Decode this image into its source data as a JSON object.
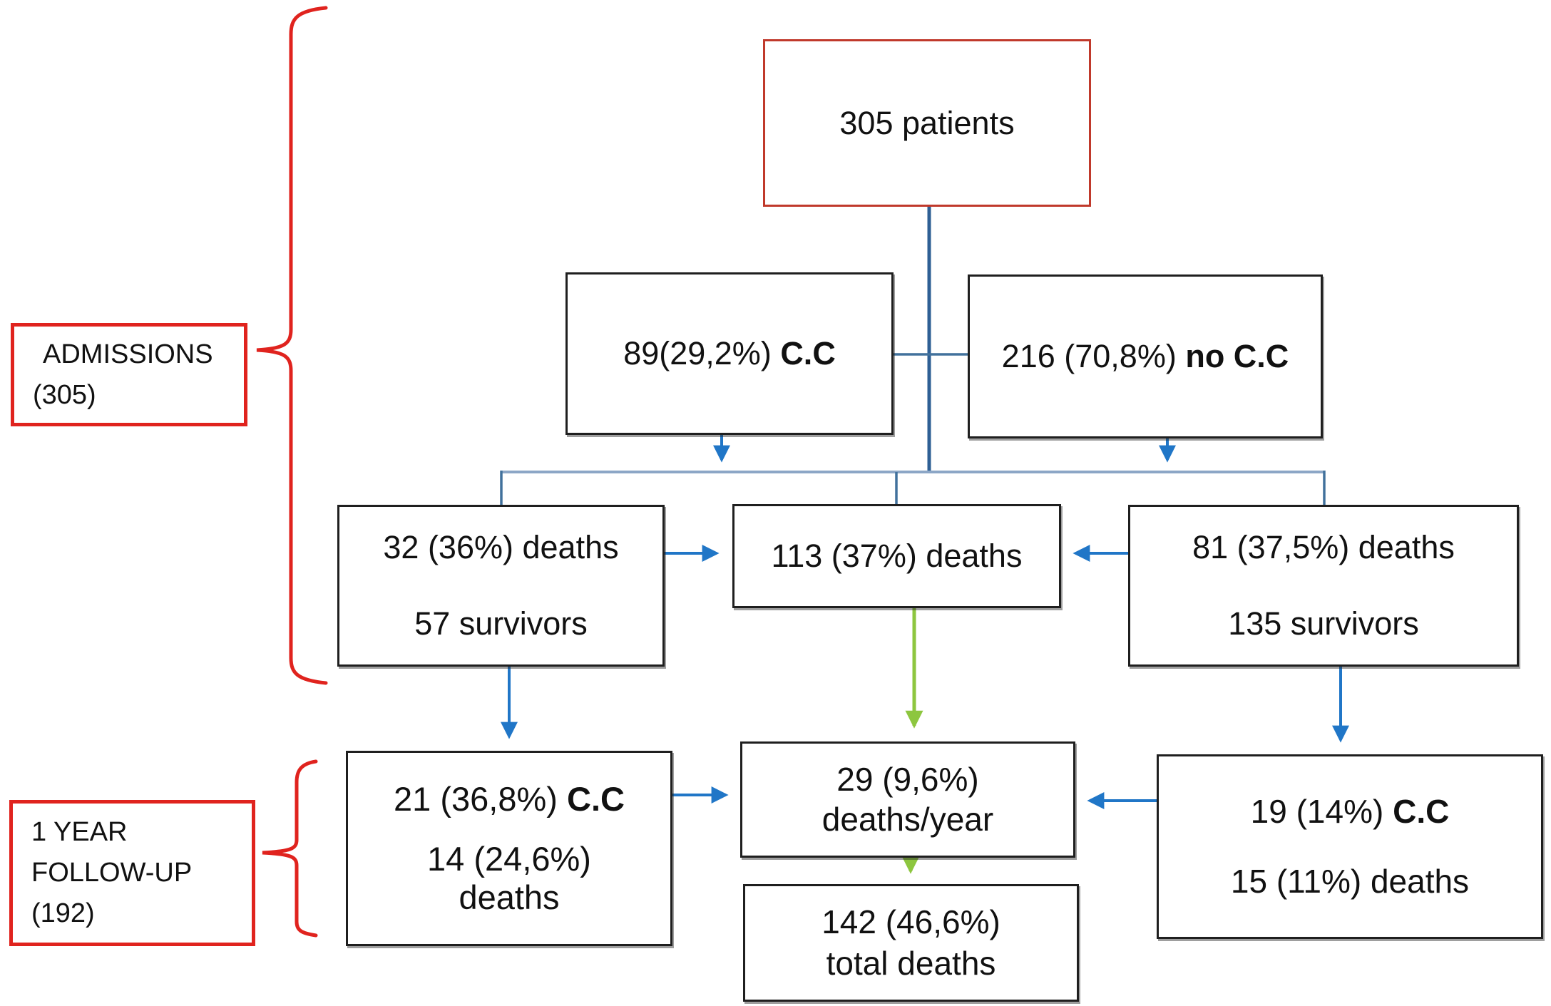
{
  "diagram": {
    "title_box": {
      "text": "305 patients"
    },
    "admissions_label": {
      "line1": "ADMISSIONS",
      "line2": "(305)"
    },
    "cc_box": {
      "prefix": "89(29,2%) ",
      "bold": "C.C"
    },
    "no_cc_box": {
      "prefix": "216 (70,8%) ",
      "bold": "no C.C"
    },
    "cc_outcome_box": {
      "line1": "32 (36%) deaths",
      "line2": "57 survivors"
    },
    "admission_deaths_box": {
      "text": "113 (37%) deaths"
    },
    "no_cc_outcome_box": {
      "line1": "81 (37,5%) deaths",
      "line2": "135 survivors"
    },
    "followup_label": {
      "line1": "1 YEAR",
      "line2": "FOLLOW-UP",
      "line3": "(192)"
    },
    "followup_cc_box": {
      "prefix": "21 (36,8%) ",
      "bold": "C.C",
      "line2": "14 (24,6%)",
      "line3": "deaths"
    },
    "deaths_per_year_box": {
      "line1": "29 (9,6%)",
      "line2": "deaths/year"
    },
    "followup_no_cc_box": {
      "prefix": "19 (14%) ",
      "bold": "C.C",
      "line2": "15 (11%) deaths"
    },
    "total_deaths_box": {
      "line1": "142 (46,6%)",
      "line2": "total deaths"
    },
    "colors": {
      "red_accent": "#e0231e",
      "box_border_red": "#c0392b",
      "box_border_black": "#1f1f1f",
      "line_dark": "#2e5f94",
      "line_blue": "#41719c",
      "line_light": "#8ca6c6",
      "arrow_blue": "#2076c7",
      "arrow_green": "#8dc63f"
    }
  }
}
